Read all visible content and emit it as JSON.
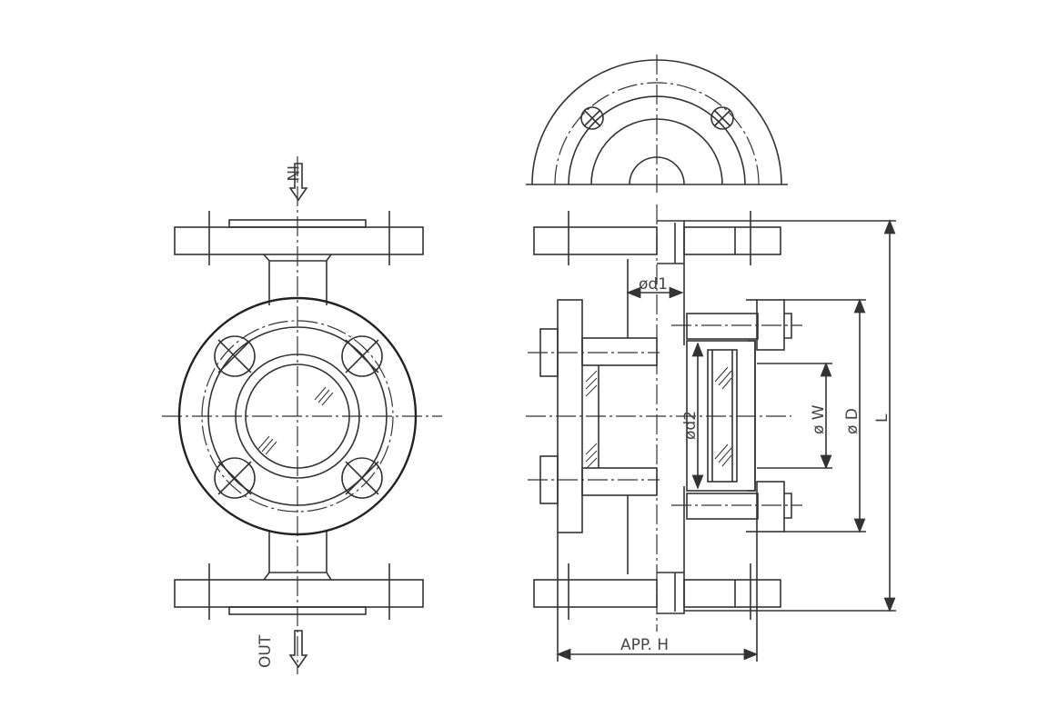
{
  "front_view": {
    "inlet_label": "IN",
    "outlet_label": "OUT"
  },
  "side_view": {
    "dimensions": {
      "d1": "ød1",
      "d2": "ød2",
      "w": "ø W",
      "d": "ø D",
      "l": "L",
      "h": "APP. H"
    }
  }
}
